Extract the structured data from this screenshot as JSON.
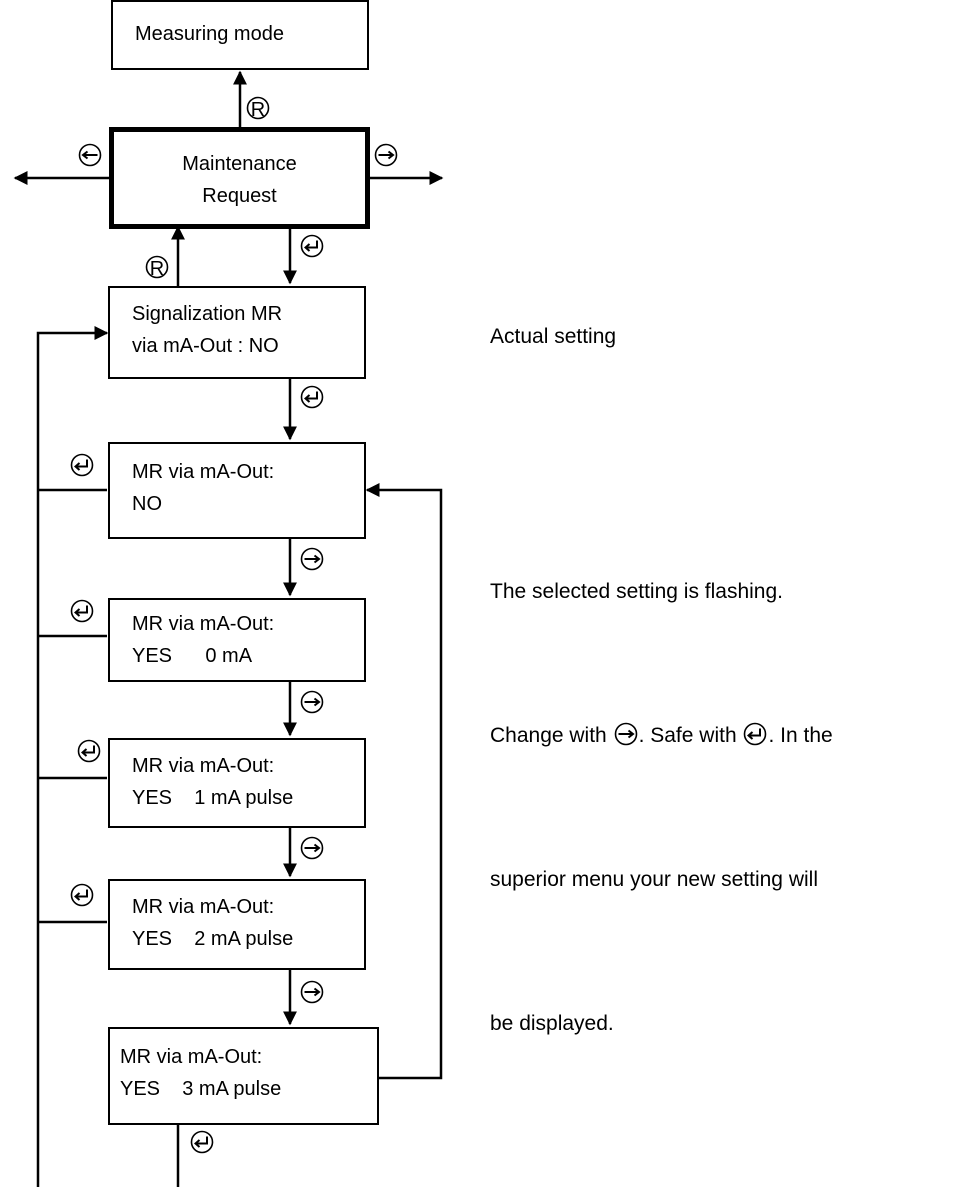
{
  "boxes": {
    "measuring_mode": {
      "line1": "Measuring mode"
    },
    "maintenance_request": {
      "line1": "Maintenance",
      "line2": "Request"
    },
    "signalization": {
      "line1": "Signalization MR",
      "line2": "via mA-Out : NO"
    },
    "option_no": {
      "line1": "MR via mA-Out:",
      "line2": "NO"
    },
    "option_yes_0": {
      "line1": "MR via mA-Out:",
      "line2": "YES      0 mA"
    },
    "option_yes_1": {
      "line1": "MR via mA-Out:",
      "line2": "YES    1 mA pulse"
    },
    "option_yes_2": {
      "line1": "MR via mA-Out:",
      "line2": "YES    2 mA pulse"
    },
    "option_yes_3": {
      "line1": "MR via mA-Out:",
      "line2": "YES    3 mA pulse"
    }
  },
  "notes": {
    "actual_setting": "Actual setting",
    "flashing_line1": "The selected setting is flashing.",
    "flashing_line2_a": "Change with ",
    "flashing_line2_b": ". Safe with ",
    "flashing_line2_c": ". In the",
    "flashing_line3": "superior menu your new setting will",
    "flashing_line4": "be displayed."
  },
  "icons": {
    "r_key_label": "R",
    "r_key": "r-key-icon",
    "left_key": "left-arrow-key-icon",
    "right_key": "right-arrow-key-icon",
    "enter_key": "enter-key-icon"
  },
  "colors": {
    "line": "#000000",
    "background": "#ffffff"
  }
}
